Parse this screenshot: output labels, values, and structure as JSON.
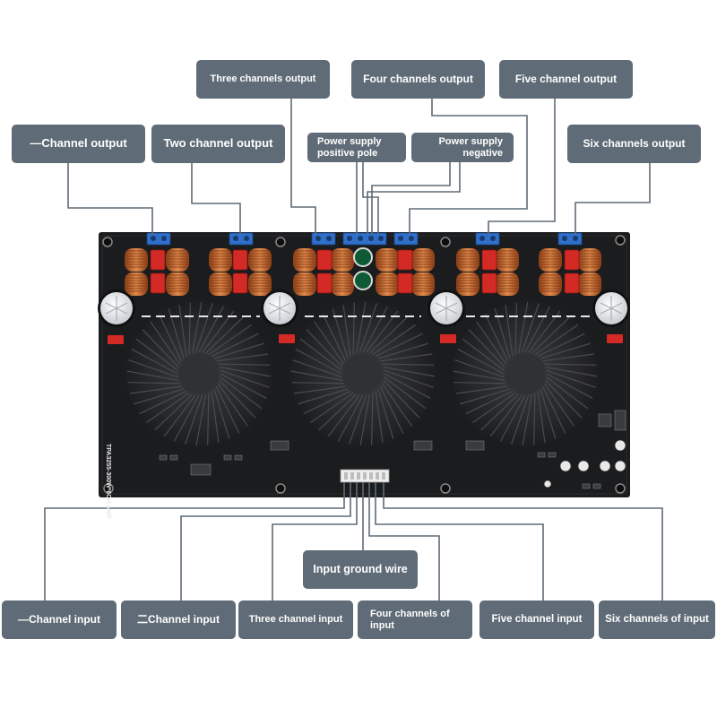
{
  "labels": {
    "channel_1_output": "—Channel output",
    "channel_2_output": "Two channel output",
    "channel_3_output": "Three channels output",
    "channel_4_output": "Four channels output",
    "channel_5_output": "Five channel output",
    "channel_6_output": "Six channels output",
    "power_positive_line1": "Power supply",
    "power_positive_line2": "positive pole",
    "power_negative_line1": "Power supply",
    "power_negative_line2": "negative",
    "input_ground": "Input ground wire",
    "channel_1_input": "—Channel input",
    "channel_2_input": "二Channel input",
    "channel_3_input": "Three channel input",
    "channel_4_input_line1": "Four channels of",
    "channel_4_input_line2": "input",
    "channel_5_input": "Five channel input",
    "channel_6_input": "Six channels of input"
  },
  "board": {
    "silkscreen": "TPA3255-300W*6CH AMP"
  },
  "colors": {
    "label_bg": "#5f6b76",
    "label_text": "#ffffff",
    "pcb": "#1b1c1e",
    "heatsink": "#2a2b2e",
    "inductor": "#c2652b",
    "capacitor_red": "#d42a25",
    "terminal_blue": "#2f6fc9",
    "leader_line": "#5f6b76"
  }
}
